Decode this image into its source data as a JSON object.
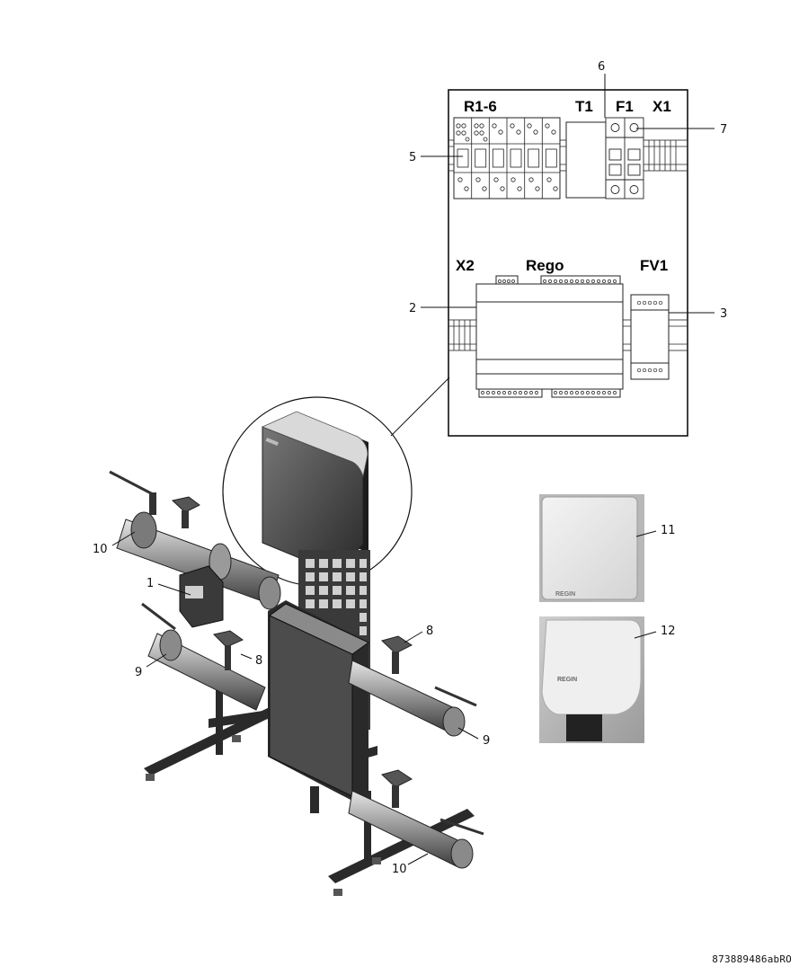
{
  "panel": {
    "headers": {
      "relays": "R1-6",
      "transformer": "T1",
      "fuse": "F1",
      "terminal_top": "X1",
      "terminal_left": "X2",
      "controller": "Rego",
      "valve_driver": "FV1"
    }
  },
  "callouts": {
    "c1": "1",
    "c2": "2",
    "c3": "3",
    "c5": "5",
    "c6": "6",
    "c7": "7",
    "c8a": "8",
    "c8b": "8",
    "c9a": "9",
    "c9b": "9",
    "c10a": "10",
    "c10b": "10",
    "c11": "11",
    "c12": "12"
  },
  "devices": {
    "logo_11": "REGIN",
    "logo_12": "REGIN"
  },
  "drawing_code": "873889486abRO"
}
